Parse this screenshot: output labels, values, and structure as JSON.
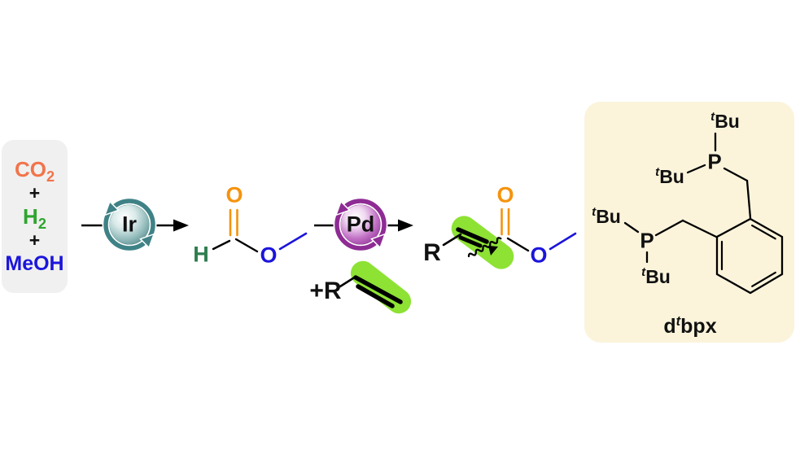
{
  "reagents": {
    "co2": {
      "main": "CO",
      "sub": "2"
    },
    "plus1": "+",
    "h2": {
      "main": "H",
      "sub": "2"
    },
    "plus2": "+",
    "meoh": "MeOH"
  },
  "catalysts": {
    "ir": "Ir",
    "pd": "Pd"
  },
  "methyl_formate": {
    "h": "H",
    "o_carbonyl": "O",
    "o_ester": "O"
  },
  "alkene": {
    "label": "+R"
  },
  "product": {
    "r": "R",
    "o_carbonyl": "O",
    "o_ester": "O"
  },
  "ligand": {
    "tbu_top": {
      "sup": "t",
      "main": "Bu"
    },
    "tbu_upper_left": {
      "sup": "t",
      "main": "Bu"
    },
    "tbu_left": {
      "sup": "t",
      "main": "Bu"
    },
    "tbu_bottom": {
      "sup": "t",
      "main": "Bu"
    },
    "p_top": "P",
    "p_left": "P",
    "caption": {
      "pre": "d",
      "sup": "t",
      "post": "bpx"
    }
  },
  "colors": {
    "co2_orange": "#F2744B",
    "h2_green": "#2FA52F",
    "h_atom_green": "#2E7D4F",
    "meoh_blue": "#1B15DB",
    "oxygen_orange": "#F5930D",
    "ester_oxygen_blue": "#1B15DB",
    "ir_teal": "#3E8286",
    "pd_purple": "#8E2B94",
    "highlight_green": "#8DE234",
    "reagent_box_bg": "#F0F0F0",
    "ligand_box_bg": "#FBF4DB",
    "bond_black": "#000000"
  }
}
